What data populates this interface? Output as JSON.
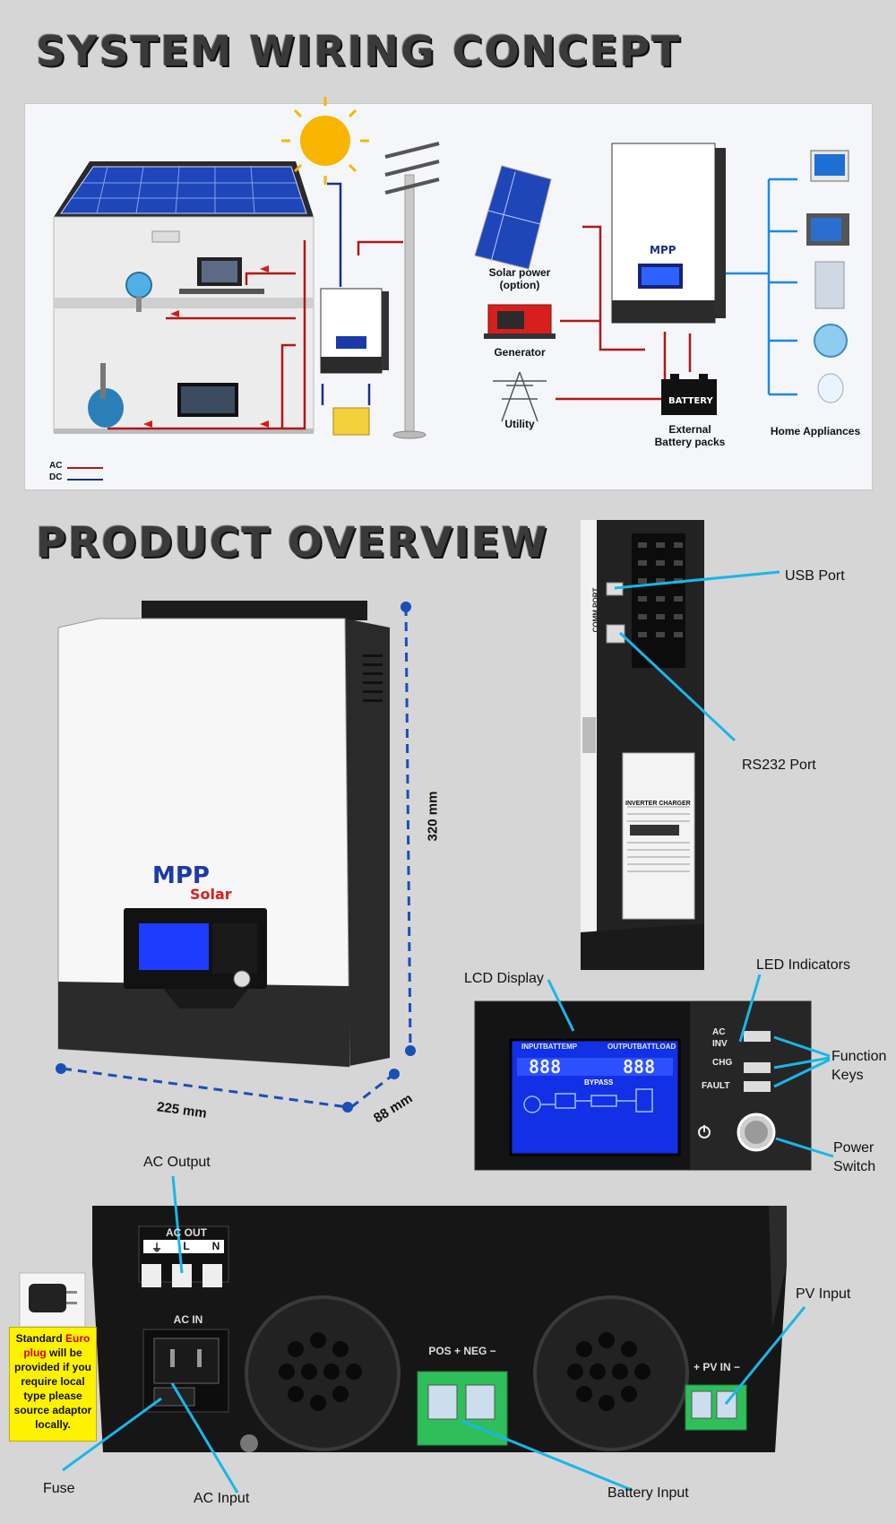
{
  "headings": {
    "wiring": "SYSTEM WIRING CONCEPT",
    "overview": "PRODUCT OVERVIEW"
  },
  "wiring": {
    "legend": [
      "AC",
      "DC"
    ],
    "sources": [
      "Solar power\n(option)",
      "Generator",
      "Utility"
    ],
    "battery_label": "BATTERY",
    "battery_caption": "External\nBattery packs",
    "appliances_caption": "Home Appliances",
    "colors": {
      "ac": "#b01818",
      "dc": "#1a2f8a",
      "appliance_line": "#1e88e5"
    }
  },
  "device": {
    "brand_top": "MPP",
    "brand_bottom": "Solar",
    "dim_height": "320 mm",
    "dim_width": "225 mm",
    "dim_depth": "88 mm"
  },
  "side": {
    "usb": "USB Port",
    "rs232": "RS232 Port",
    "comm_port": "COMM PORT",
    "label_title": "INVERTER CHARGER"
  },
  "panel": {
    "lcd_display": "LCD Display",
    "led_indicators": "LED Indicators",
    "function_keys": [
      "Function",
      "Keys"
    ],
    "power_switch": [
      "Power",
      "Switch"
    ],
    "led_labels": [
      "AC",
      "INV",
      "CHG",
      "FAULT"
    ],
    "lcd_top_left": "INPUTBATTEMP",
    "lcd_top_right": "OUTPUTBATTLOAD",
    "lcd_digits_left": "888",
    "lcd_digits_right": "888",
    "lcd_bypass": "BYPASS"
  },
  "bottom": {
    "ac_output": "AC Output",
    "ac_out_plate": "AC OUT",
    "ac_out_terms": [
      "⏚",
      "L",
      "N"
    ],
    "ac_in_plate": "AC IN",
    "pos_neg": "POS +   NEG −",
    "pv_in_plate": "+  PV IN  −",
    "pv_input": "PV Input",
    "fuse": "Fuse",
    "ac_input": "AC Input",
    "battery_input": "Battery Input",
    "note_parts": [
      "Standard ",
      "Euro",
      " ",
      "plug",
      " will be provided if you require local type please source adaptor locally."
    ]
  }
}
